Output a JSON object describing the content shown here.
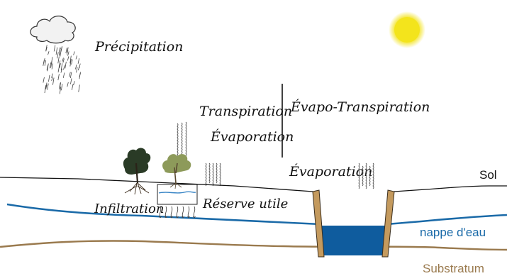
{
  "labels": {
    "precipitation": "Précipitation",
    "transpiration": "Transpiration",
    "evaporation_plants": "Évaporation",
    "evapo_transpiration": "Évapo-Transpiration",
    "evaporation_water": "Évaporation",
    "infiltration": "Infiltration",
    "reserve_utile": "Réserve utile",
    "sol": "Sol",
    "nappe": "nappe d'eau",
    "substratum": "Substratum"
  },
  "colors": {
    "water_table": "#1a6aa8",
    "well_water": "#0f5c9e",
    "substratum": "#9a7a4e",
    "well_wall": "#c49a5e",
    "sun": "#f2e21a",
    "reserve_line": "#3a86c6",
    "nappe_text": "#1a6aa8",
    "substratum_text": "#9a7a4e"
  },
  "icons": [
    "cloud-icon",
    "sun-icon",
    "tree-dark-icon",
    "tree-light-icon"
  ]
}
